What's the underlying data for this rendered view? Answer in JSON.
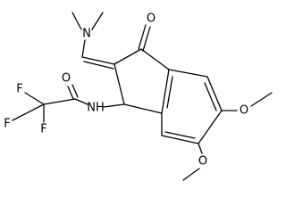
{
  "structure": {
    "atom_labels": {
      "dimethylamino_nitrogen": "N",
      "ketone_oxygen": "O",
      "amide_oxygen": "O",
      "amide_nitrogen": "NH",
      "fluorine_1": "F",
      "fluorine_2": "F",
      "fluorine_3": "F",
      "methoxy_oxygen_upper": "O",
      "methoxy_oxygen_lower": "O"
    }
  },
  "colors": {
    "bond": "#000000",
    "label": "#000000",
    "background": "#ffffff"
  }
}
